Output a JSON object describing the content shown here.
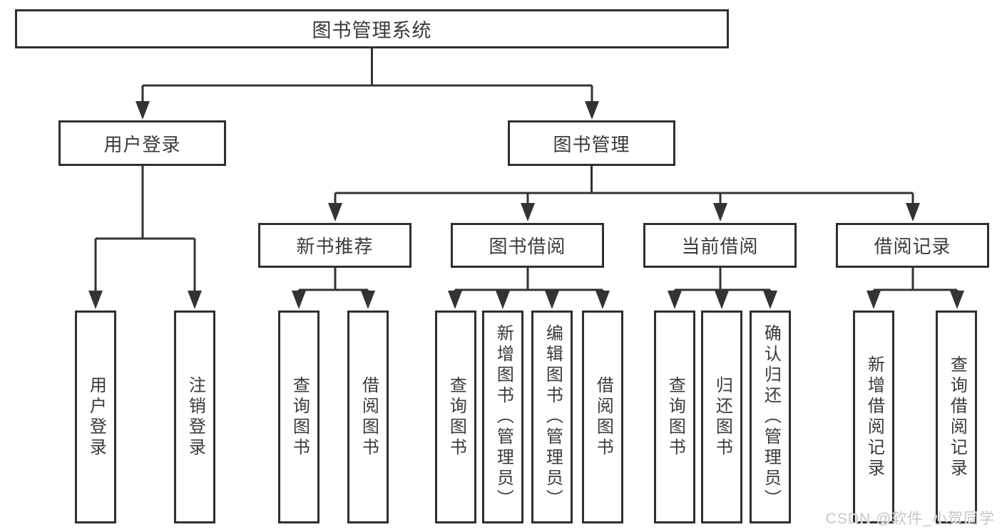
{
  "tree": {
    "label": "图书管理系统",
    "children": [
      {
        "label": "用户登录",
        "children": [
          {
            "label": "用户登录"
          },
          {
            "label": "注销登录"
          }
        ]
      },
      {
        "label": "图书管理",
        "children": [
          {
            "label": "新书推荐",
            "children": [
              {
                "label": "查询图书"
              },
              {
                "label": "借阅图书"
              }
            ]
          },
          {
            "label": "图书借阅",
            "children": [
              {
                "label": "查询图书"
              },
              {
                "label": "新增图书（管理员）"
              },
              {
                "label": "编辑图书（管理员）"
              },
              {
                "label": "借阅图书"
              }
            ]
          },
          {
            "label": "当前借阅",
            "children": [
              {
                "label": "查询图书"
              },
              {
                "label": "归还图书"
              },
              {
                "label": "确认归还（管理员）"
              }
            ]
          },
          {
            "label": "借阅记录",
            "children": [
              {
                "label": "新增借阅记录"
              },
              {
                "label": "查询借阅记录"
              }
            ]
          }
        ]
      }
    ]
  },
  "watermark": {
    "text": "CSDN @软件_小贺同学"
  },
  "colors": {
    "line": "#333333",
    "border": "#2f2f2f",
    "text": "#3a3a3a",
    "background": "#ffffff",
    "watermark": "#c6c6c6"
  }
}
